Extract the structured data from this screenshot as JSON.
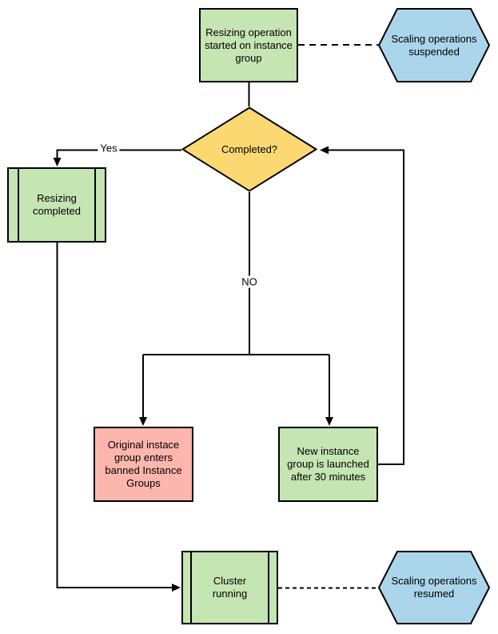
{
  "colors": {
    "green": "#c5e5b2",
    "blue": "#aad5eb",
    "yellow": "#fbd871",
    "pink": "#fcb6ae",
    "stroke": "#000000",
    "background": "#ffffff"
  },
  "nodes": {
    "start": {
      "label": "Resizing operation started on instance group",
      "type": "process"
    },
    "suspended": {
      "label": "Scaling operations suspended",
      "type": "preparation"
    },
    "decision": {
      "label": "Completed?",
      "type": "decision"
    },
    "resizing_completed": {
      "label": "Resizing completed",
      "type": "predefined-process"
    },
    "banned": {
      "label": "Original instace group enters banned Instance Groups",
      "type": "process"
    },
    "new_group": {
      "label": "New instance group is launched after 30 minutes",
      "type": "process"
    },
    "cluster": {
      "label": "Cluster running",
      "type": "predefined-process"
    },
    "resumed": {
      "label": "Scaling operations resumed",
      "type": "preparation"
    }
  },
  "edges": {
    "yes_label": "Yes",
    "no_label": "NO"
  }
}
